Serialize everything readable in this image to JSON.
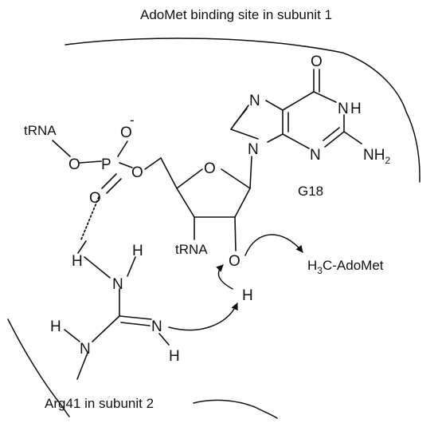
{
  "captions": {
    "site": "AdoMet binding site in subunit 1",
    "residue": "Arg41 in subunit 2",
    "nucleotide": "G18",
    "methyl_donor_prefix": "H",
    "methyl_donor_sub": "3",
    "methyl_donor_suffix": "C-AdoMet"
  },
  "phosphate": {
    "trna": "tRNA",
    "o_bridge_left": "O",
    "p": "P",
    "o_top": "O",
    "charge": "-",
    "o_double": "O",
    "o_bridge_right": "O"
  },
  "ribose": {
    "ring_o": "O",
    "trna": "tRNA",
    "o2": "O",
    "h2": "H"
  },
  "guanine": {
    "n7": "N",
    "n9": "N",
    "o6": "O",
    "n1": "N",
    "h1": "H",
    "n3": "N",
    "nh2_prefix": "NH",
    "nh2_sub": "2"
  },
  "arginine": {
    "h_top_left": "H",
    "h_top_right": "H",
    "n_top": "N",
    "h_left": "H",
    "n_left": "N",
    "n_right": "N",
    "h_bottom": "H"
  }
}
